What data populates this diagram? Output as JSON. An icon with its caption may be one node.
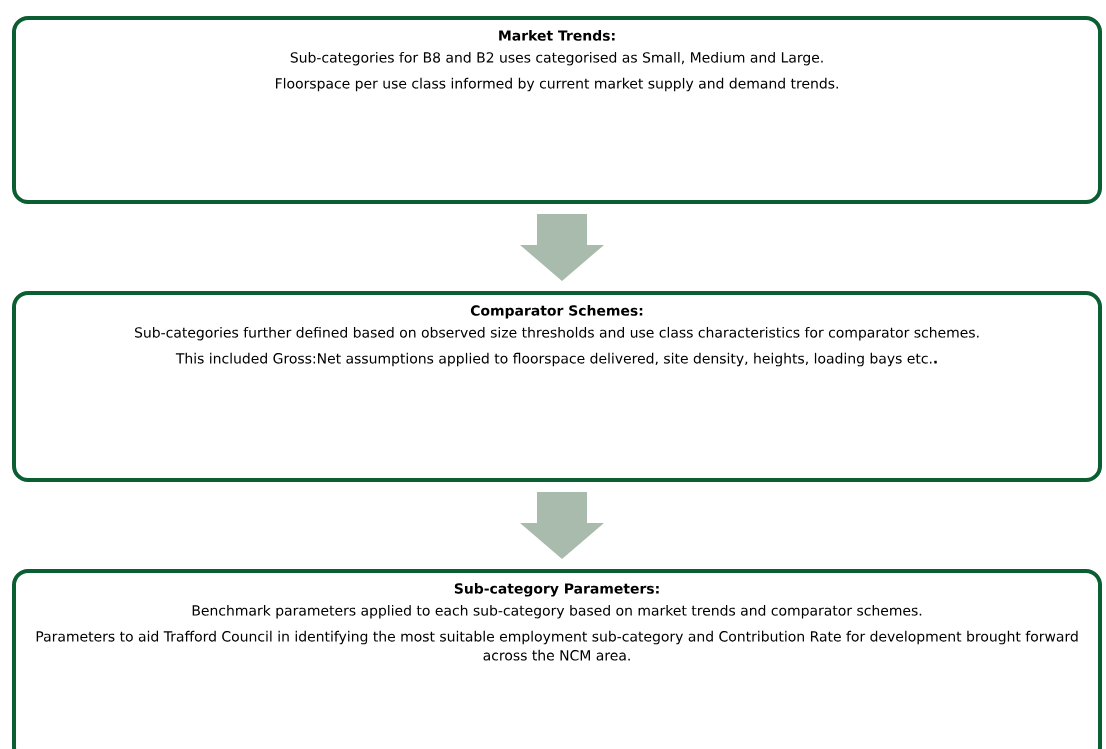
{
  "diagram": {
    "nodes": [
      {
        "text": [
          "Market Trends:",
          "Sub-categories for B8 and B2 uses categorised as Small, Medium and Large.",
          "Floorspace per use class informed by current market supply and demand trends."
        ]
      },
      {
        "text": [
          "Comparator Schemes:",
          "Sub-categories further defined based on observed size thresholds and use class characteristics for comparator schemes.",
          "This included Gross:Net assumptions applied to floorspace delivered, site density, heights, loading bays etc.**.**"
        ]
      },
      {
        "text": [
          "Sub-category Parameters:",
          "Benchmark parameters applied to each sub-category based on market trends and comparator schemes.",
          "Parameters to aid Trafford Council in identifying the most suitable employment sub-category and Contribution Rate for development brought forward across the NCM area."
        ]
      }
    ],
    "edges": [
      {
        "from": 0,
        "to": 1,
        "arrow": "to"
      },
      {
        "from": 1,
        "to": 2,
        "arrow": "to"
      }
    ]
  }
}
